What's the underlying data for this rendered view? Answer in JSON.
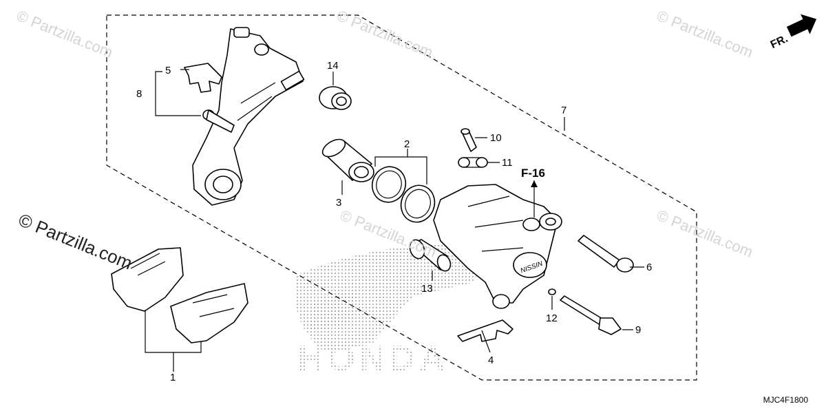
{
  "watermarks": [
    "© Partzilla.com",
    "© Partzilla.com",
    "© Partzilla.com",
    "© Partzilla.com",
    "© Partzilla.com"
  ],
  "watermark_left": "© Partzilla.com",
  "honda_mark": "HONDA",
  "direction": {
    "label": "FR.",
    "icon": "arrow-icon"
  },
  "reference": "F-16",
  "diagram_code": "MJC4F1800",
  "callouts": [
    "1",
    "2",
    "3",
    "4",
    "5",
    "6",
    "7",
    "8",
    "9",
    "10",
    "11",
    "12",
    "13",
    "14"
  ]
}
